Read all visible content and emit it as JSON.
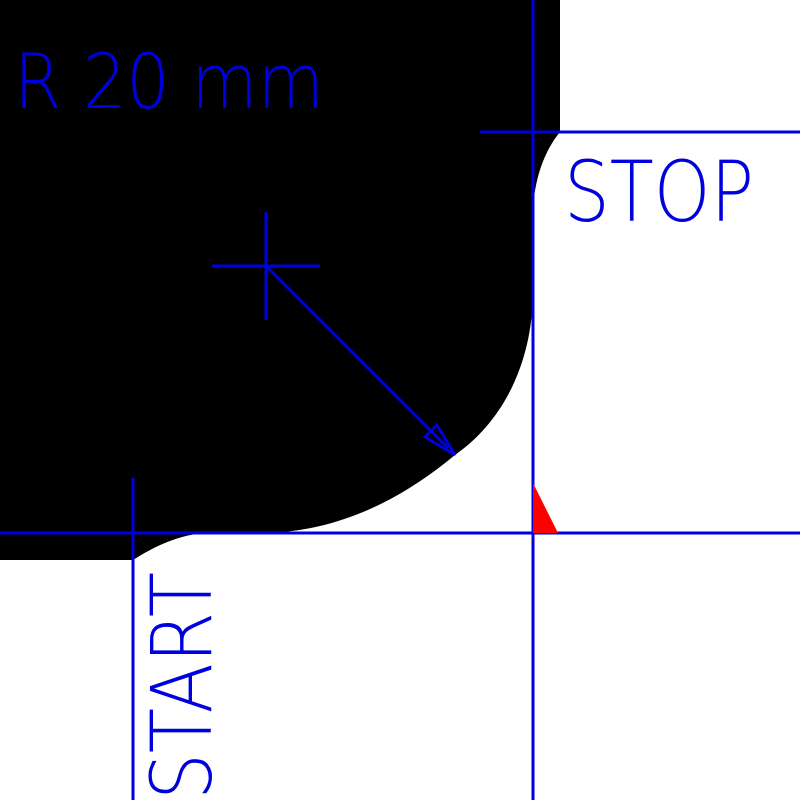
{
  "labels": {
    "radius": "R 20 mm",
    "start": "START",
    "stop": "STOP"
  },
  "colors": {
    "background": "#ffffff",
    "material": "#000000",
    "line": "#0000dd",
    "marker": "#ff0000"
  }
}
